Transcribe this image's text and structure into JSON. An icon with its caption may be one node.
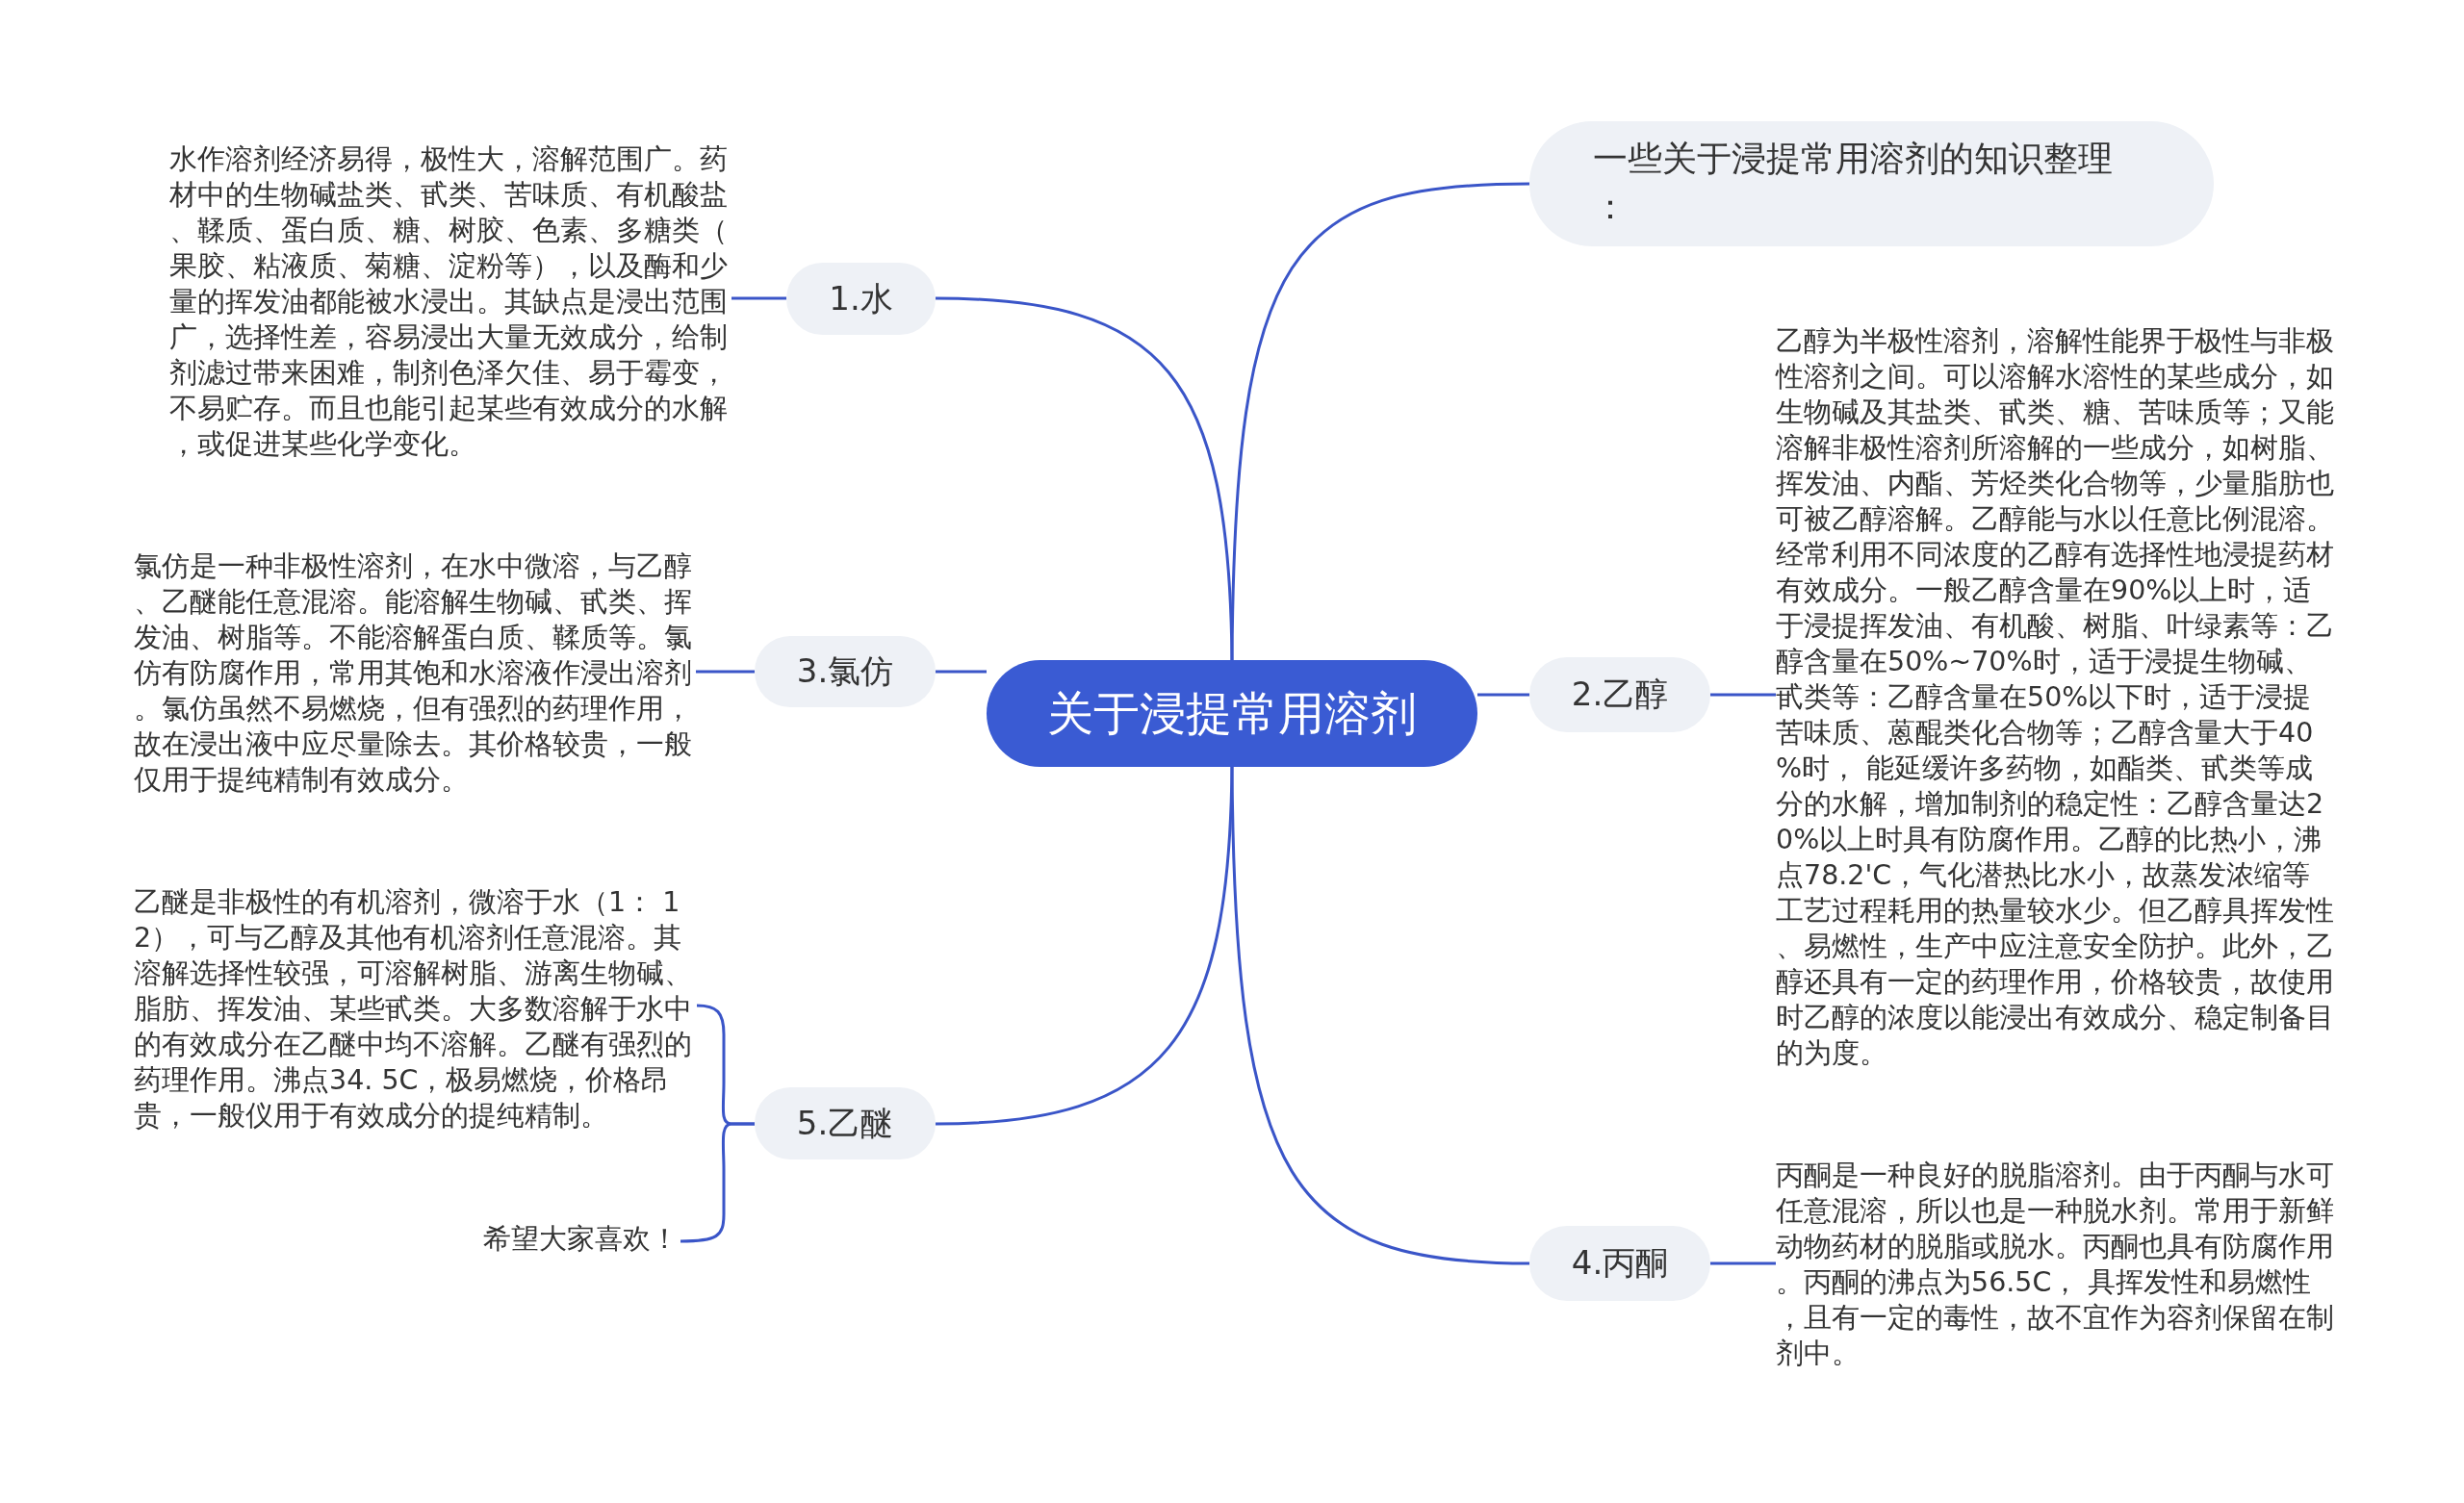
{
  "diagram": {
    "nodes": [
      {
        "text": [
          "关于浸提常用溶剂"
        ]
      },
      {
        "text": [
          "一些关于浸提常用溶剂的知识整理："
        ]
      },
      {
        "text": [
          "1.水"
        ]
      },
      {
        "text": [
          "水作溶剂经济易得，极性大，溶解范围广。药材中的生物碱盐类、甙类、苦味质、有机酸盐、鞣质、蛋白质、糖、树胶、色素、多糖类（果胶、粘液质、菊糖、淀粉等），以及酶和少量的挥发油都能被水浸出。其缺点是浸出范围广，选择性差，容易浸出大量无效成分，给制剂滤过带来困难，制剂色泽欠佳、易于霉变，不易贮存。而且也能引起某些有效成分的水解，或促进某些化学变化。"
        ]
      },
      {
        "text": [
          "2.乙醇"
        ]
      },
      {
        "text": [
          "乙醇为半极性溶剂，溶解性能界于极性与非极性溶剂之间。可以溶解水溶性的某些成分，如生物碱及其盐类、甙类、糖、苦味质等；又能溶解非极性溶剂所溶解的一些成分，如树脂、挥发油、内酯、芳烃类化合物等，少量脂肪也可被乙醇溶解。乙醇能与水以任意比例混溶。经常利用不同浓度的乙醇有选择性地浸提药材有效成分。一般乙醇含量在90%以上时，适于浸提挥发油、有机酸、树脂、叶绿素等：乙醇含量在50%~70%时，适于浸提生物碱、甙类等：乙醇含量在50%以下时，适于浸提苦味质、蒽醌类化合物等；乙醇含量大于40%时， 能延缓许多药物，如酯类、甙类等成分的水解，增加制剂的稳定性：乙醇含量达20%以上时具有防腐作用。乙醇的比热小，沸点78.2'C，气化潜热比水小，故蒸发浓缩等工艺过程耗用的热量较水少。但乙醇具挥发性、易燃性，生产中应注意安全防护。此外，乙醇还具有一定的药理作用，价格较贵，故使用时乙醇的浓度以能浸出有效成分、稳定制备目的为度。"
        ]
      },
      {
        "text": [
          "3.氯仿"
        ]
      },
      {
        "text": [
          "氯仿是一种非极性溶剂，在水中微溶，与乙醇、乙醚能任意混溶。能溶解生物碱、甙类、挥发油、树脂等。不能溶解蛋白质、鞣质等。氯仿有防腐作用，常用其饱和水溶液作浸出溶剂。氯仿虽然不易燃烧，但有强烈的药理作用，故在浸出液中应尽量除去。其价格较贵，一般仅用于提纯精制有效成分。"
        ]
      },
      {
        "text": [
          "4.丙酮"
        ]
      },
      {
        "text": [
          "丙酮是一种良好的脱脂溶剂。由于丙酮与水可任意混溶，所以也是一种脱水剂。常用于新鲜动物药材的脱脂或脱水。丙酮也具有防腐作用。丙酮的沸点为56.5C， 具挥发性和易燃性，且有一定的毒性，故不宜作为容剂保留在制剂中。"
        ]
      },
      {
        "text": [
          "5.乙醚"
        ]
      },
      {
        "text": [
          "乙醚是非极性的有机溶剂，微溶于水（1： 12），可与乙醇及其他有机溶剂任意混溶。其溶解选择性较强，可溶解树脂、游离生物碱、脂肪、挥发油、某些甙类。大多数溶解于水中的有效成分在乙醚中均不溶解。乙醚有强烈的药理作用。沸点34. 5C，极易燃烧，价格昂贵，一般仪用于有效成分的提纯精制。"
        ]
      },
      {
        "text": [
          "希望大家喜欢！"
        ]
      }
    ],
    "edges": [
      {
        "from": 0,
        "to": 1,
        "arrow": "none"
      },
      {
        "from": 0,
        "to": 2,
        "arrow": "none"
      },
      {
        "from": 2,
        "to": 3,
        "arrow": "none"
      },
      {
        "from": 0,
        "to": 4,
        "arrow": "none"
      },
      {
        "from": 4,
        "to": 5,
        "arrow": "none"
      },
      {
        "from": 0,
        "to": 6,
        "arrow": "none"
      },
      {
        "from": 6,
        "to": 7,
        "arrow": "none"
      },
      {
        "from": 0,
        "to": 8,
        "arrow": "none"
      },
      {
        "from": 8,
        "to": 9,
        "arrow": "none"
      },
      {
        "from": 0,
        "to": 10,
        "arrow": "none"
      },
      {
        "from": 10,
        "to": 11,
        "arrow": "none"
      },
      {
        "from": 10,
        "to": 12,
        "arrow": "none"
      }
    ]
  }
}
